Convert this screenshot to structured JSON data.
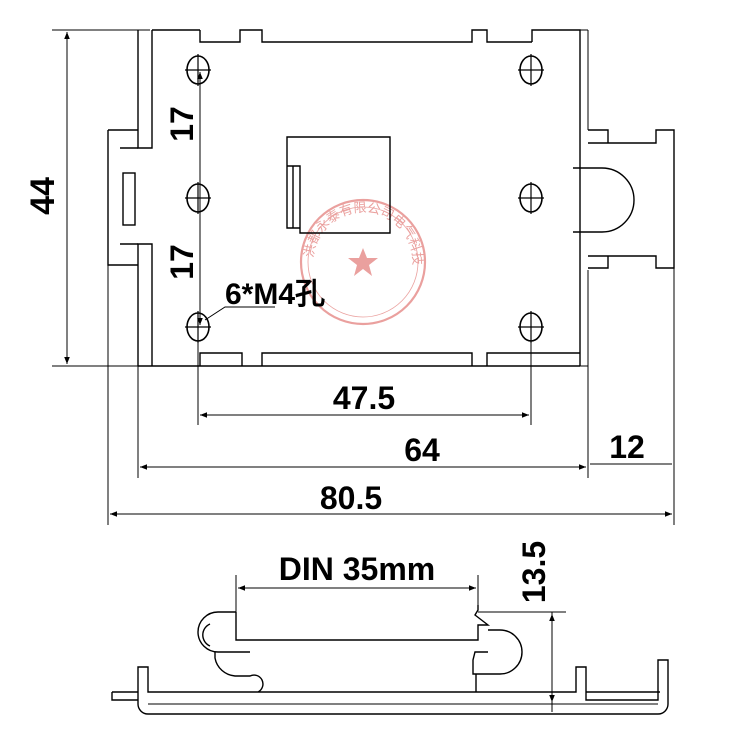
{
  "diagram": {
    "dimensions": {
      "height_total": "44",
      "hole_spacing_top": "17",
      "hole_spacing_bottom": "17",
      "hole_pattern_width": "47.5",
      "body_width": "64",
      "clip_width": "12",
      "overall_width": "80.5",
      "rail_height": "13.5"
    },
    "labels": {
      "holes": "6*M4孔",
      "rail": "DIN 35mm"
    },
    "watermark": {
      "text": "洪都永泰有限公司电气科技"
    },
    "colors": {
      "lines": "#000000",
      "watermark": "#d9534f"
    }
  }
}
